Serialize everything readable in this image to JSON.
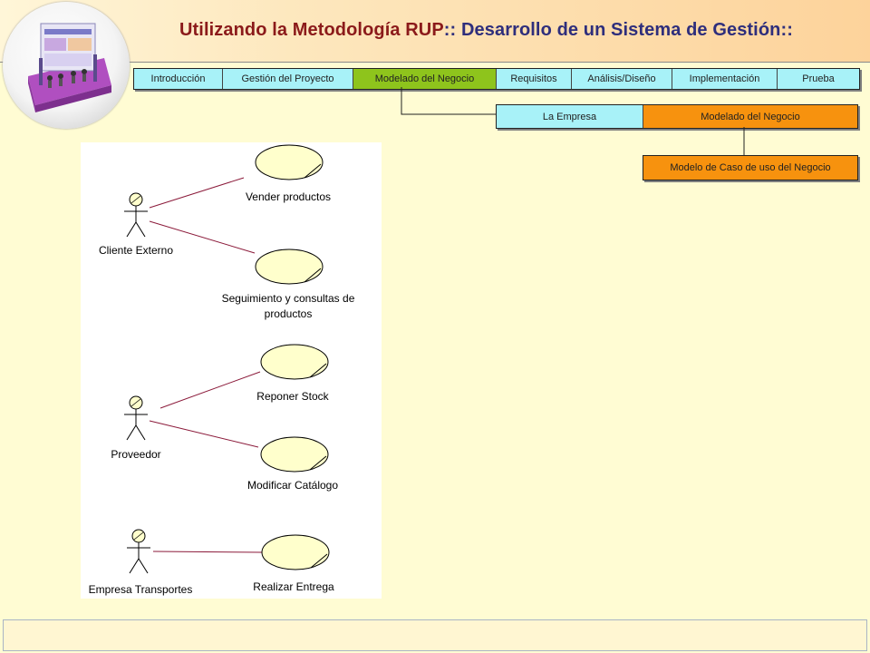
{
  "header": {
    "title_part1": "Utilizando la Metodología RUP",
    "separator1": "::",
    "title_part2": " Desarrollo de un Sistema de Gestión",
    "separator2": "::"
  },
  "nav": {
    "items": [
      {
        "label": "Introducción",
        "active": false
      },
      {
        "label": "Gestión del Proyecto",
        "active": false
      },
      {
        "label": "Modelado del Negocio",
        "active": true
      },
      {
        "label": "Requisitos",
        "active": false
      },
      {
        "label": "Análisis/Diseño",
        "active": false
      },
      {
        "label": "Implementación",
        "active": false
      },
      {
        "label": "Prueba",
        "active": false
      }
    ],
    "active_color": "#8ec41c",
    "default_color": "#a8f2f8"
  },
  "subnav": {
    "items": [
      {
        "label": "La Empresa",
        "active": false
      },
      {
        "label": "Modelado del Negocio",
        "active": true
      }
    ],
    "active_color": "#f7920e"
  },
  "subsubnav": {
    "items": [
      {
        "label": "Modelo de Caso de uso del  Negocio",
        "active": true
      }
    ]
  },
  "diagram": {
    "actors": [
      {
        "label": "Cliente Externo"
      },
      {
        "label": "Proveedor"
      },
      {
        "label": "Empresa Transportes"
      }
    ],
    "use_cases": [
      {
        "label_lines": [
          "Vender productos"
        ]
      },
      {
        "label_lines": [
          "Seguimiento y consultas de",
          "productos"
        ]
      },
      {
        "label_lines": [
          "Reponer Stock"
        ]
      },
      {
        "label_lines": [
          "Modificar Catálogo"
        ]
      },
      {
        "label_lines": [
          "Realizar Entrega"
        ]
      }
    ],
    "associations": [
      {
        "actor": 0,
        "use_case": 0
      },
      {
        "actor": 0,
        "use_case": 1
      },
      {
        "actor": 1,
        "use_case": 2
      },
      {
        "actor": 1,
        "use_case": 3
      },
      {
        "actor": 2,
        "use_case": 4
      }
    ],
    "actor_fill": "#ffffcc",
    "use_case_fill": "#ffffcc",
    "association_color": "#8b1a3a"
  }
}
